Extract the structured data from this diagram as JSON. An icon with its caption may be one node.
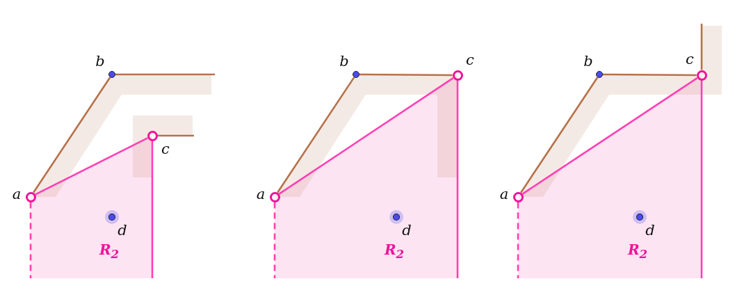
{
  "diagram": {
    "nodes": [
      {
        "text": [],
        "shape": "circle",
        "beside": [
          "a"
        ]
      },
      {
        "text": [],
        "shape": "circle",
        "beside": [
          "b"
        ]
      },
      {
        "text": [],
        "shape": "circle",
        "beside": [
          "c"
        ]
      },
      {
        "text": [],
        "shape": "circle",
        "beside": [
          "d"
        ]
      },
      {
        "text": [],
        "shape": "circle",
        "beside": [
          "a"
        ]
      },
      {
        "text": [],
        "shape": "circle",
        "beside": [
          "b"
        ]
      },
      {
        "text": [],
        "shape": "circle",
        "beside": [
          "c"
        ]
      },
      {
        "text": [],
        "shape": "circle",
        "beside": [
          "d"
        ]
      },
      {
        "text": [],
        "shape": "circle",
        "beside": [
          "a"
        ]
      },
      {
        "text": [],
        "shape": "circle",
        "beside": [
          "b"
        ]
      },
      {
        "text": [],
        "shape": "circle",
        "beside": [
          "c"
        ]
      },
      {
        "text": [],
        "shape": "circle",
        "beside": [
          "d"
        ]
      }
    ],
    "edges": [
      {
        "from": 0,
        "to": 1,
        "arrow": "none"
      },
      {
        "from": 0,
        "to": 2,
        "arrow": "none",
        "color": "#ff3fb4"
      },
      {
        "from": 4,
        "to": 5,
        "arrow": "none"
      },
      {
        "from": 5,
        "to": 6,
        "arrow": "none"
      },
      {
        "from": 4,
        "to": 6,
        "arrow": "none",
        "color": "#ff3fb4"
      },
      {
        "from": 8,
        "to": 9,
        "arrow": "none"
      },
      {
        "from": 9,
        "to": 10,
        "arrow": "none"
      },
      {
        "from": 8,
        "to": 10,
        "arrow": "none",
        "color": "#ff3fb4"
      }
    ],
    "labels": [
      "R$_{2}$",
      "R$_{2}$",
      "R$_{2}$"
    ]
  }
}
